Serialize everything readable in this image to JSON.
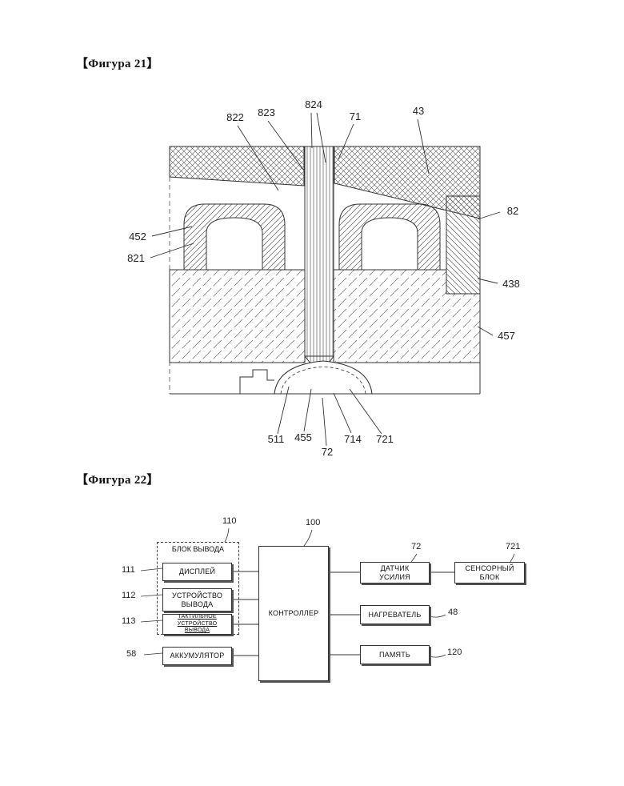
{
  "figure21": {
    "label": "【Фигура 21】",
    "refs": [
      {
        "num": "822"
      },
      {
        "num": "823"
      },
      {
        "num": "824"
      },
      {
        "num": "71"
      },
      {
        "num": "43"
      },
      {
        "num": "82"
      },
      {
        "num": "452"
      },
      {
        "num": "821"
      },
      {
        "num": "438"
      },
      {
        "num": "457"
      },
      {
        "num": "511"
      },
      {
        "num": "455"
      },
      {
        "num": "72"
      },
      {
        "num": "714"
      },
      {
        "num": "721"
      }
    ]
  },
  "figure22": {
    "label": "【Фигура 22】",
    "output_block": {
      "label": "БЛОК ВЫВОДА",
      "ref": "110"
    },
    "display": {
      "label": "ДИСПЛЕЙ",
      "ref": "111"
    },
    "output_device": {
      "label": "УСТРОЙСТВО ВЫВОДА",
      "ref": "112"
    },
    "tactile_output": {
      "label": "ТАКТИЛЬНОЕ УСТРОЙСТВО ВЫВОДА",
      "ref": "113"
    },
    "battery": {
      "label": "АККУМУЛЯТОР",
      "ref": "58"
    },
    "controller": {
      "label": "КОНТРОЛЛЕР",
      "ref": "100"
    },
    "force_sensor": {
      "label": "ДАТЧИК УСИЛИЯ",
      "ref": "72"
    },
    "sensor_unit": {
      "label": "СЕНСОРНЫЙ БЛОК",
      "ref": "721"
    },
    "heater": {
      "label": "НАГРЕВАТЕЛЬ",
      "ref": "48"
    },
    "memory": {
      "label": "ПАМЯТЬ",
      "ref": "120"
    }
  }
}
